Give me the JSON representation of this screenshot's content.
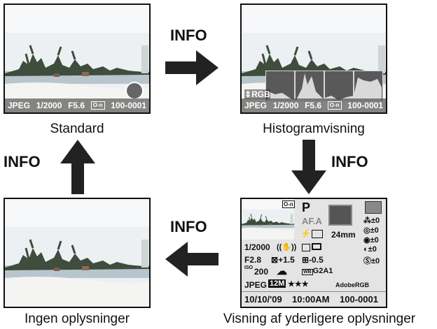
{
  "captions": {
    "standard": "Standard",
    "histogram": "Histogramvisning",
    "no_info": "Ingen oplysninger",
    "detailed": "Visning af yderligere oplysninger"
  },
  "info_label": "INFO",
  "standard_bar": {
    "format": "JPEG",
    "shutter": "1/2000",
    "aperture": "F5.6",
    "protect": "O-n",
    "file": "100-0001"
  },
  "histogram_bar": {
    "channel": "RGB",
    "format": "JPEG",
    "shutter": "1/2000",
    "aperture": "F5.6",
    "protect": "O-n",
    "file": "100-0001"
  },
  "detail": {
    "mode": "P",
    "af": "AF.A",
    "focal": "24mm",
    "shutter": "1/2000",
    "aperture": "F2.8",
    "exp_comp": "+1.5",
    "flash_comp": "-0.5",
    "iso_label": "ISO",
    "iso": "200",
    "wb_fine": "G2A1",
    "format": "JPEG",
    "size": "12M",
    "quality": "★★★",
    "color_space": "AdobeRGB",
    "date": "10/10/'09",
    "time": "10:00AM",
    "file": "100-0001",
    "params": [
      "±0",
      "±0",
      "±0",
      "±0",
      "±0"
    ],
    "protect": "O-n"
  },
  "colors": {
    "sky": "#e9eef2",
    "sea": "#b8c4cc",
    "trees": "#3b4a3a",
    "sand": "#f2f2f0",
    "overlay": "#4a4a4a"
  }
}
